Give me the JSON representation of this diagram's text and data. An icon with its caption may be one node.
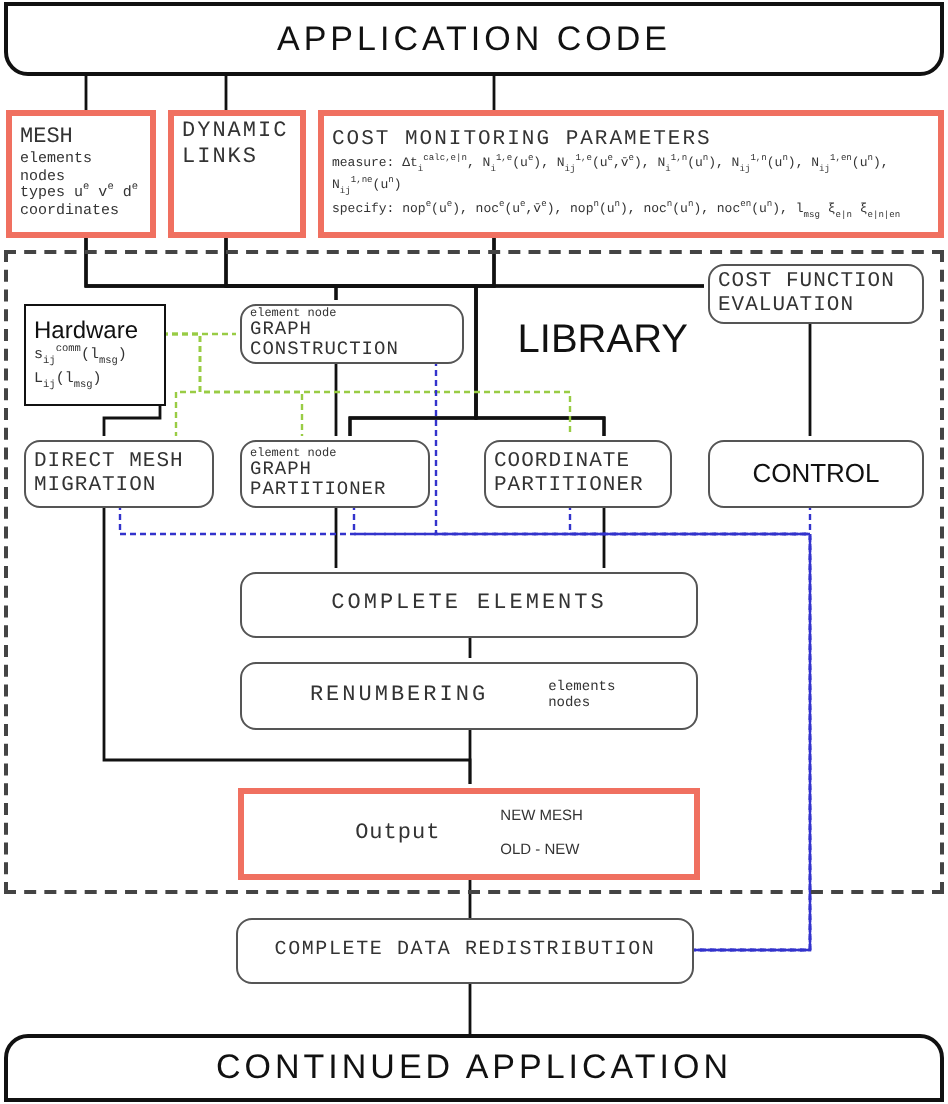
{
  "diagram": {
    "nodes": [
      {
        "text": [
          "APPLICATION CODE"
        ]
      },
      {
        "text": [
          "MESH",
          "elements nodes",
          "types u$^{e}$ v$^{e}$ d$^{e}$",
          "coordinates"
        ]
      },
      {
        "text": [
          "DYNAMIC LINKS"
        ]
      },
      {
        "text": [
          "COST MONITORING PARAMETERS",
          "measure: Δt$_{i}$$^{calc,e|n}$, N$_{i}$$^{1,e}$(u$^{e}$), N$_{ij}$$^{1,e}$(u$^{e}$,v̄$^{e}$), N$_{i}$$^{1,n}$(u$^{n}$), N$_{ij}$$^{1,n}$(u$^{n}$), N$_{ij}$$^{1,en}$(u$^{n}$), N$_{ij}$$^{1,ne}$(u$^{n}$)",
          "specify: nop$^{e}$(u$^{e}$), noc$^{e}$(u$^{e}$,v̄$^{e}$), nop$^{n}$(u$^{n}$), noc$^{n}$(u$^{n}$), noc$^{en}$(u$^{n}$), l$_{msg}$ ξ$_{e|n}$ ξ$_{e|n|en}$"
        ]
      },
      {
        "text": [
          "LIBRARY"
        ]
      },
      {
        "text": [
          "Hardware",
          "s$_{ij}$$^{comm}$(l$_{msg}$)",
          "L$_{ij}$(l$_{msg}$)"
        ],
        "in": 4
      },
      {
        "text": [
          "element node",
          "GRAPH CONSTRUCTION"
        ],
        "in": 4
      },
      {
        "text": [
          "COST FUNCTION EVALUATION"
        ],
        "in": 4
      },
      {
        "text": [
          "DIRECT MESH MIGRATION"
        ],
        "in": 4
      },
      {
        "text": [
          "element node",
          "GRAPH PARTITIONER"
        ],
        "in": 4
      },
      {
        "text": [
          "COORDINATE PARTITIONER"
        ],
        "in": 4
      },
      {
        "text": [
          "CONTROL"
        ],
        "in": 4
      },
      {
        "text": [
          "COMPLETE ELEMENTS"
        ],
        "in": 4
      },
      {
        "text": [
          "RENUMBERING",
          "elements nodes"
        ],
        "in": 4
      },
      {
        "text": [
          "Output",
          "NEW MESH",
          "OLD - NEW"
        ],
        "in": 4
      },
      {
        "text": [
          "COMPLETE DATA REDISTRIBUTION"
        ]
      },
      {
        "text": [
          "CONTINUED APPLICATION"
        ]
      }
    ],
    "edges": [
      {
        "from": 0,
        "to": 1,
        "arrow": "none"
      },
      {
        "from": 0,
        "to": 2,
        "arrow": "none"
      },
      {
        "from": 0,
        "to": 3,
        "arrow": "none"
      },
      {
        "from": 1,
        "to": 6,
        "arrow": "none"
      },
      {
        "from": 2,
        "to": 6,
        "arrow": "none"
      },
      {
        "from": 3,
        "to": 6,
        "arrow": "none"
      },
      {
        "from": 1,
        "to": 7,
        "arrow": "none"
      },
      {
        "from": 2,
        "to": 7,
        "arrow": "none"
      },
      {
        "from": 3,
        "to": 7,
        "arrow": "none"
      },
      {
        "from": 1,
        "to": 9,
        "arrow": "none"
      },
      {
        "from": 2,
        "to": 9,
        "arrow": "none"
      },
      {
        "from": 3,
        "to": 9,
        "arrow": "none"
      },
      {
        "from": 1,
        "to": 10,
        "arrow": "none"
      },
      {
        "from": 2,
        "to": 10,
        "arrow": "none"
      },
      {
        "from": 3,
        "to": 10,
        "arrow": "none"
      },
      {
        "from": 6,
        "to": 9,
        "arrow": "none"
      },
      {
        "from": 5,
        "to": 8,
        "arrow": "none"
      },
      {
        "from": 5,
        "to": 6,
        "arrow": "none",
        "style": "dashed",
        "color": "#99cc44"
      },
      {
        "from": 5,
        "to": 8,
        "arrow": "none",
        "style": "dashed",
        "color": "#99cc44"
      },
      {
        "from": 5,
        "to": 9,
        "arrow": "none",
        "style": "dashed",
        "color": "#99cc44"
      },
      {
        "from": 5,
        "to": 10,
        "arrow": "none",
        "style": "dashed",
        "color": "#99cc44"
      },
      {
        "from": 7,
        "to": 11,
        "arrow": "none"
      },
      {
        "from": 9,
        "to": 12,
        "arrow": "none"
      },
      {
        "from": 10,
        "to": 12,
        "arrow": "none"
      },
      {
        "from": 12,
        "to": 13,
        "arrow": "none"
      },
      {
        "from": 8,
        "to": 14,
        "arrow": "none"
      },
      {
        "from": 13,
        "to": 14,
        "arrow": "none"
      },
      {
        "from": 6,
        "to": 15,
        "arrow": "none",
        "style": "dashed",
        "color": "#3333cc"
      },
      {
        "from": 8,
        "to": 15,
        "arrow": "none",
        "style": "dashed",
        "color": "#3333cc"
      },
      {
        "from": 9,
        "to": 15,
        "arrow": "none",
        "style": "dashed",
        "color": "#3333cc"
      },
      {
        "from": 10,
        "to": 15,
        "arrow": "none",
        "style": "dashed",
        "color": "#3333cc"
      },
      {
        "from": 11,
        "to": 15,
        "arrow": "none",
        "style": "dashed",
        "color": "#3333cc"
      },
      {
        "from": 14,
        "to": 15,
        "arrow": "none"
      },
      {
        "from": 15,
        "to": 16,
        "arrow": "none"
      }
    ]
  }
}
